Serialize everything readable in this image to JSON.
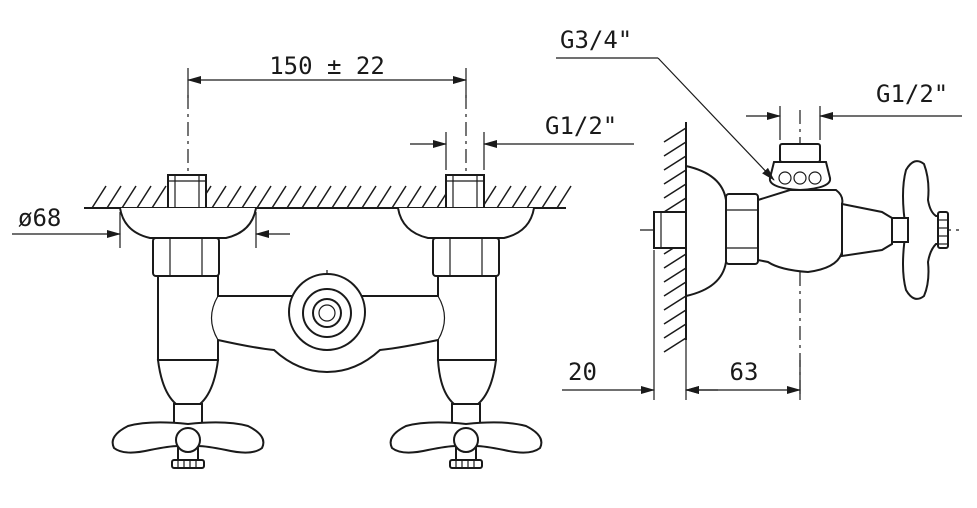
{
  "dimensions": {
    "span": "150 ± 22",
    "rosette_diameter": "ø68",
    "left_thread": "G1/2\"",
    "top_thread": "G3/4\"",
    "right_thread": "G1/2\"",
    "wall_depth": "20",
    "outlet_depth": "63"
  }
}
